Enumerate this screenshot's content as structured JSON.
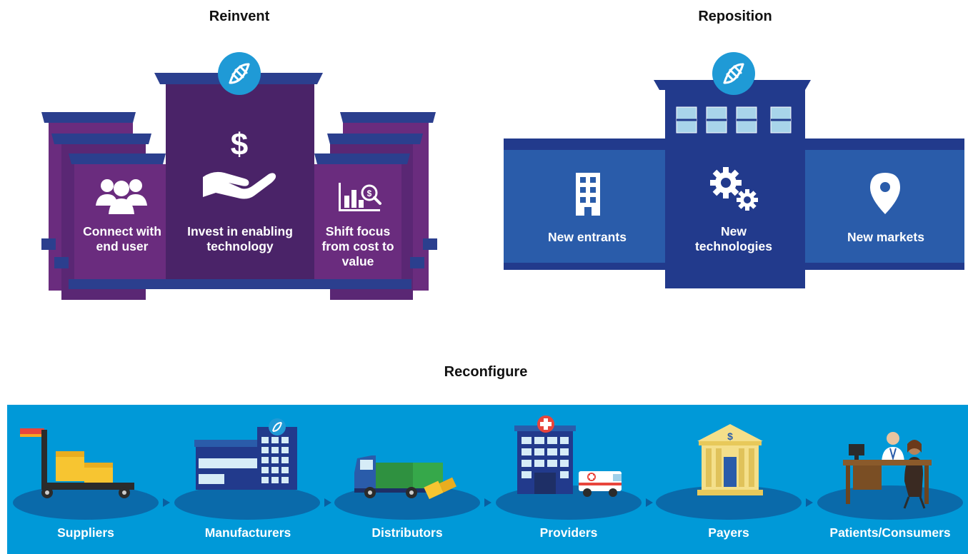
{
  "reinvent": {
    "title": "Reinvent",
    "items": [
      {
        "label": "Connect with end user",
        "icon": "users-icon"
      },
      {
        "label": "Invest in enabling technology",
        "icon": "dollar-hand-icon"
      },
      {
        "label": "Shift focus from cost to value",
        "icon": "chart-magnifier-icon"
      }
    ]
  },
  "reposition": {
    "title": "Reposition",
    "items": [
      {
        "label": "New entrants",
        "icon": "office-building-icon"
      },
      {
        "label": "New technologies",
        "icon": "gears-icon"
      },
      {
        "label": "New markets",
        "icon": "map-pin-icon"
      }
    ]
  },
  "reconfigure": {
    "title": "Reconfigure",
    "stages": [
      {
        "label": "Suppliers",
        "icon": "hand-truck-boxes-icon"
      },
      {
        "label": "Manufacturers",
        "icon": "factory-icon"
      },
      {
        "label": "Distributors",
        "icon": "delivery-truck-icon"
      },
      {
        "label": "Providers",
        "icon": "hospital-ambulance-icon"
      },
      {
        "label": "Payers",
        "icon": "bank-icon"
      },
      {
        "label": "Patients/Consumers",
        "icon": "doctor-patient-desk-icon"
      }
    ]
  },
  "colors": {
    "purple_dark": "#4a2368",
    "purple": "#6a2c7e",
    "navy": "#223a8c",
    "blue": "#2a5caa",
    "cyan_band": "#0099d8",
    "dna_badge": "#1f9ad6"
  }
}
